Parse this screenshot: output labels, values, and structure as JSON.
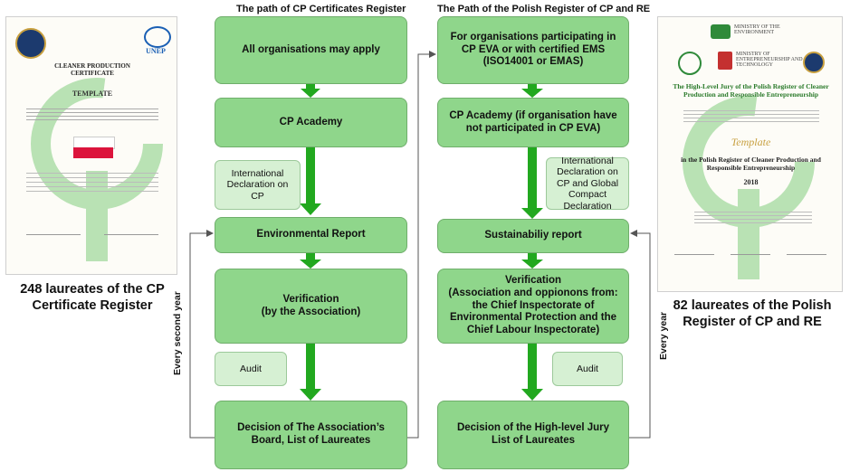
{
  "headers": {
    "cp_register": "The path of CP Certificates Register",
    "polish_register": "The Path of the Polish Register of CP and RE"
  },
  "left_flow": {
    "apply": "All organisations may apply",
    "academy": "CP Academy",
    "declaration": "International Declaration on CP",
    "report": "Environmental Report",
    "verification": "Verification\n(by the Association)",
    "audit": "Audit",
    "decision": "Decision of The Association’s Board, List of Laureates",
    "cycle_label": "Every second year"
  },
  "right_flow": {
    "apply": "For organisations participating in CP EVA or with certified EMS (ISO14001 or EMAS)",
    "academy": "CP Academy (if organisation have not participated in CP EVA)",
    "declaration": "International Declaration on CP and Global Compact Declaration",
    "report": "Sustainabiliy report",
    "verification": "Verification\n(Association and oppionons from: the Chief Inspectorate of Environmental Protection and the Chief Labour Inspectorate)",
    "audit": "Audit",
    "decision": "Decision of the High-level Jury\nList of Laureates",
    "cycle_label": "Every year"
  },
  "left_certificate": {
    "title": "CLEANER PRODUCTION CERTIFICATE",
    "org": "UNEP",
    "template": "TEMPLATE",
    "caption": "248 laureates of the CP Certificate Register"
  },
  "right_certificate": {
    "ministry_env": "MINISTRY OF THE ENVIRONMENT",
    "ministry_ent": "MINISTRY OF ENTREPRENEURSHIP AND TECHNOLOGY",
    "jury": "The High-Level Jury of the Polish Register of Cleaner Production and Responsible Entrepreneurship",
    "template": "Template",
    "register": "in the Polish Register of Cleaner Production and Responsible Entrepreneurship",
    "year": "2018",
    "caption": "82 laureates of the Polish Register of CP and RE"
  },
  "colors": {
    "box": "#8fd68b",
    "box_light": "#d6f0d3",
    "arrow": "#22a81f",
    "flag_red": "#dc143c"
  }
}
